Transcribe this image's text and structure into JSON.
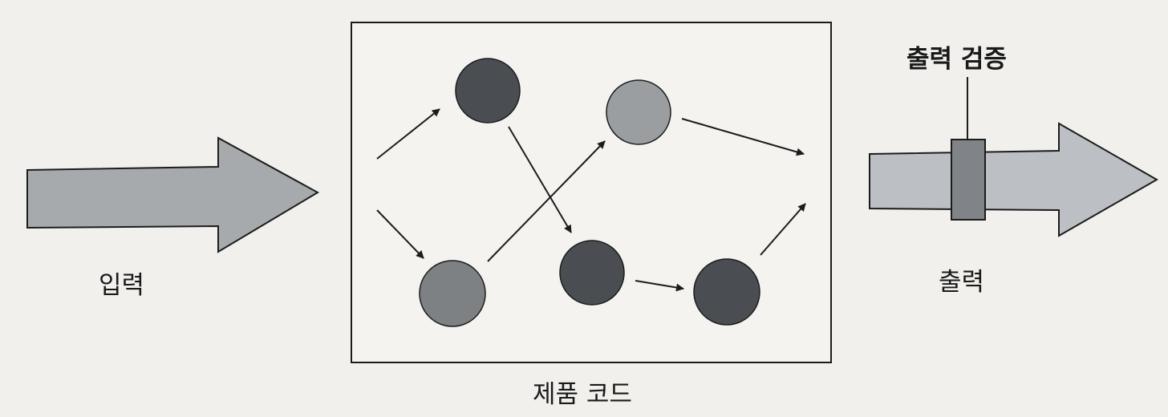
{
  "labels": {
    "input": "입력",
    "product_code": "제품 코드",
    "output": "출력",
    "output_validation": "출력 검증"
  },
  "colors": {
    "background": "#f1f0ec",
    "input_arrow": "#a7aaac",
    "output_arrow": "#bcc0c4",
    "validation_band": "#808387",
    "node_dark": "#4a4e52",
    "node_mid": "#7e8184",
    "node_light": "#9b9ea1",
    "stroke": "#1c1c1c"
  },
  "nodes": [
    {
      "id": "top-left",
      "tone": "dark"
    },
    {
      "id": "bottom-left",
      "tone": "mid"
    },
    {
      "id": "top-right",
      "tone": "light"
    },
    {
      "id": "bottom-middle",
      "tone": "dark"
    },
    {
      "id": "bottom-right",
      "tone": "dark"
    }
  ]
}
